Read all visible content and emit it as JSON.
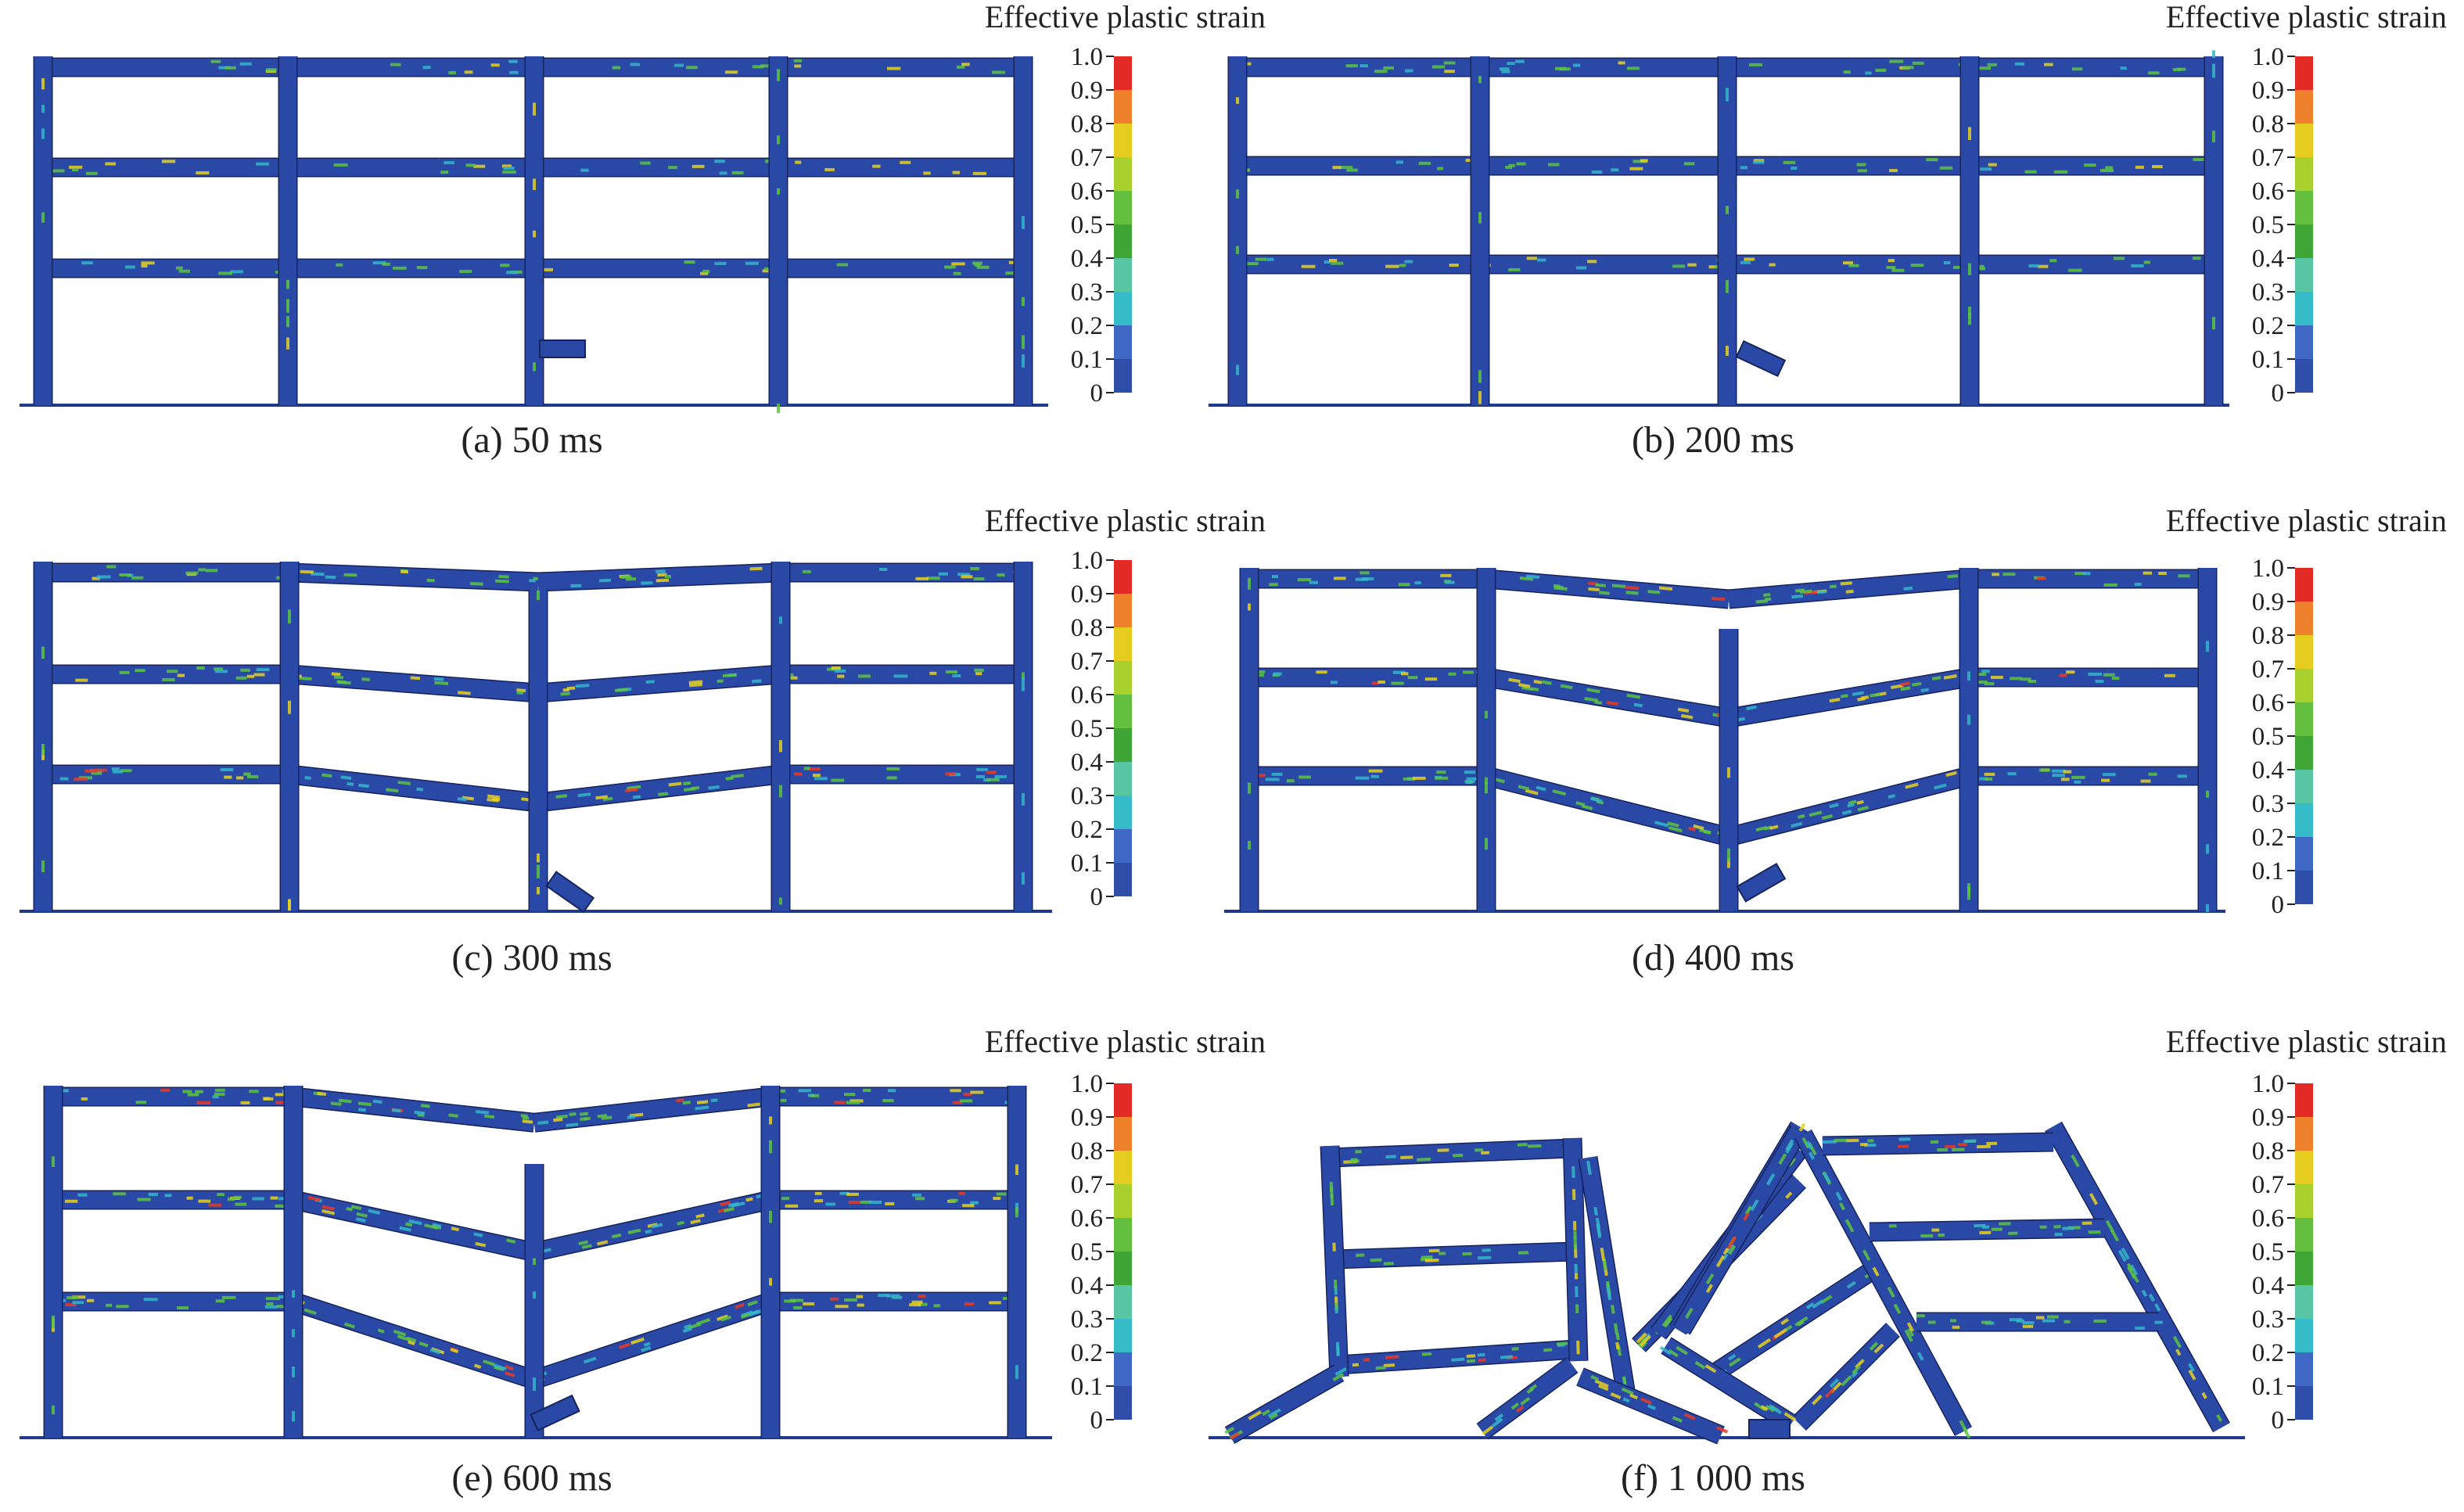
{
  "colors": {
    "member": "#2a48a6",
    "member_edge": "#16235c",
    "ground": "#1f3a8c",
    "scale": [
      "#2e4ea9",
      "#3f68c4",
      "#36bcc9",
      "#59c6a3",
      "#3fa535",
      "#65bf3e",
      "#a8d12e",
      "#e6cc1f",
      "#f0812c",
      "#e42a24"
    ],
    "hot_spots": [
      "#5cc43f",
      "#34b6c9",
      "#e6d21f",
      "#e93a24"
    ]
  },
  "legend": {
    "title": "Effective plastic strain",
    "ticks": [
      "1.0",
      "0.9",
      "0.8",
      "0.7",
      "0.6",
      "0.5",
      "0.4",
      "0.3",
      "0.2",
      "0.1",
      "0"
    ]
  },
  "panels": [
    {
      "id": "a",
      "caption": "(a) 50 ms"
    },
    {
      "id": "b",
      "caption": "(b) 200 ms"
    },
    {
      "id": "c",
      "caption": "(c) 300 ms"
    },
    {
      "id": "d",
      "caption": "(d) 400 ms"
    },
    {
      "id": "e",
      "caption": "(e) 600 ms"
    },
    {
      "id": "f",
      "caption": "(f) 1 000 ms"
    }
  ]
}
